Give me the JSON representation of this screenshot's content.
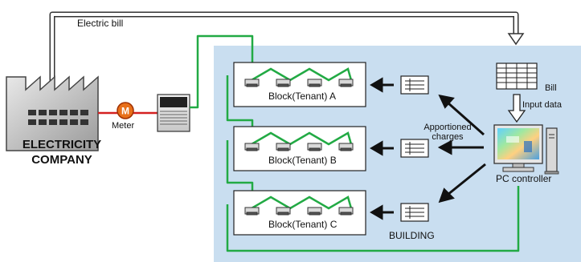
{
  "diagram": {
    "electric_bill_label": "Electric bill",
    "company_line1": "ELECTRICITY",
    "company_line2": "COMPANY",
    "meter_symbol": "M",
    "meter_label": "Meter",
    "blocks": [
      {
        "label": "Block(Tenant) A"
      },
      {
        "label": "Block(Tenant) B"
      },
      {
        "label": "Block(Tenant) C"
      }
    ],
    "bill_label": "Bill",
    "input_data_label": "Input data",
    "apportioned_line1": "Apportioned",
    "apportioned_line2": "charges",
    "pc_controller_label": "PC controller",
    "building_label": "BUILDING"
  },
  "colors": {
    "building_bg": "#c9def0",
    "power_line": "#22aa44",
    "meter_line": "#d42020",
    "meter_fill": "#e8701a",
    "block_border": "#222222"
  }
}
